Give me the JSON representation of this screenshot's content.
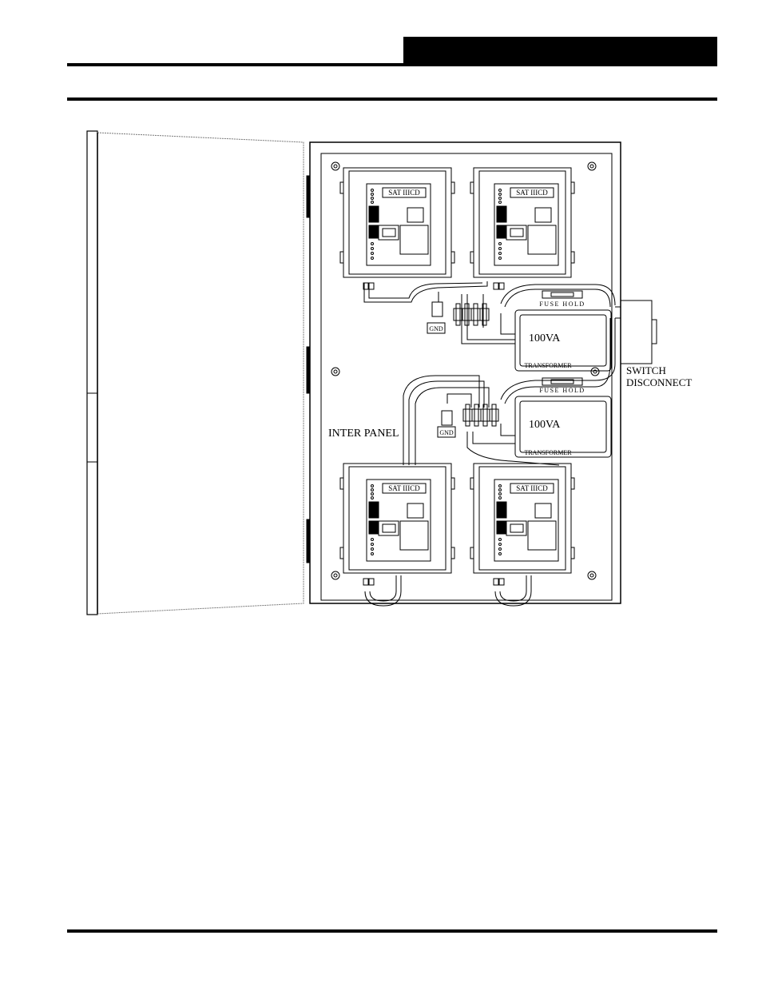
{
  "diagram": {
    "controllers": [
      {
        "id": "ctl-top-left",
        "title": "SAT IIICD"
      },
      {
        "id": "ctl-top-right",
        "title": "SAT IIICD"
      },
      {
        "id": "ctl-bottom-left",
        "title": "SAT IIICD"
      },
      {
        "id": "ctl-bottom-right",
        "title": "SAT IIICD"
      }
    ],
    "transformers": [
      {
        "rating": "100VA",
        "label": "TRANSFORMER"
      },
      {
        "rating": "100VA",
        "label": "TRANSFORMER"
      }
    ],
    "fuse_label": "FUSE HOLD",
    "gnd_label": "GND",
    "switch_label_line1": "SWITCH",
    "switch_label_line2": "DISCONNECT",
    "inter_panel_label": "INTER PANEL"
  }
}
